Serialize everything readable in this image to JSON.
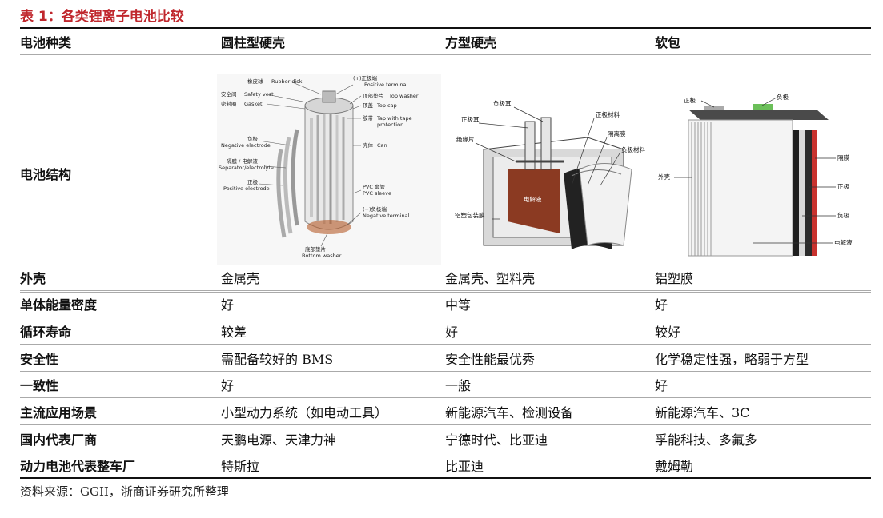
{
  "caption": "表 1：各类锂离子电池比较",
  "headers": [
    "电池种类",
    "圆柱型硬壳",
    "方型硬壳",
    "软包"
  ],
  "structure_row_label": "电池结构",
  "cylindrical_diagram": {
    "labels": {
      "rubber_cn": "橡皮球",
      "rubber_en": "Rubber disk",
      "pos_term_cn": "(+)正极端",
      "pos_term_en": "Positive terminal",
      "safety_cn": "安全阀",
      "safety_en": "Safety vest",
      "top_washer_cn": "顶部垫片",
      "top_washer_en": "Top washer",
      "gasket_cn": "密封圈",
      "gasket_en": "Gasket",
      "top_cap_cn": "顶盖",
      "top_cap_en": "Top cap",
      "tape_cn": "胶带",
      "tape_en1": "Tap with tape",
      "tape_en2": "protection",
      "neg_cn": "负极",
      "neg_en": "Negative electrode",
      "can_cn": "壳体",
      "can_en": "Can",
      "sep_cn": "隔膜 / 电解液",
      "sep_en": "Separator/electrolyte",
      "pos_cn": "正极",
      "pos_en": "Positive electrode",
      "pvc_cn": "PVC 套管",
      "pvc_en": "PVC sleeve",
      "neg_term_cn": "(−)负极端",
      "neg_term_en": "Negative terminal",
      "bottom_cn": "底部垫片",
      "bottom_en": "Bottom washer"
    }
  },
  "prismatic_diagram": {
    "labels": {
      "neg_tab": "负极耳",
      "pos_tab": "正极耳",
      "insulator": "绝缘片",
      "pos_material": "正极材料",
      "separator": "隔离膜",
      "neg_material": "负极材料",
      "electrolyte": "电解液",
      "al_film": "铝塑包装膜"
    }
  },
  "pouch_diagram": {
    "labels": {
      "pos": "正极",
      "neg": "负极",
      "separator": "隔膜",
      "shell": "外壳",
      "pos2": "正极",
      "neg2": "负极",
      "electrolyte": "电解液"
    }
  },
  "rows": [
    {
      "label": "外壳",
      "values": [
        "金属壳",
        "金属壳、塑料壳",
        "铝塑膜"
      ]
    },
    {
      "label": "单体能量密度",
      "values": [
        "好",
        "中等",
        "好"
      ]
    },
    {
      "label": "循环寿命",
      "values": [
        "较差",
        "好",
        "较好"
      ]
    },
    {
      "label": "安全性",
      "values": [
        "需配备较好的 BMS",
        "安全性能最优秀",
        "化学稳定性强，略弱于方型"
      ]
    },
    {
      "label": "一致性",
      "values": [
        "好",
        "一般",
        "好"
      ]
    },
    {
      "label": "主流应用场景",
      "values": [
        "小型动力系统（如电动工具）",
        "新能源汽车、检测设备",
        "新能源汽车、3C"
      ]
    },
    {
      "label": "国内代表厂商",
      "values": [
        "天鹏电源、天津力神",
        "宁德时代、比亚迪",
        "孚能科技、多氟多"
      ]
    },
    {
      "label": "动力电池代表整车厂",
      "values": [
        "特斯拉",
        "比亚迪",
        "戴姆勒"
      ]
    }
  ],
  "source": "资料来源：GGII，浙商证券研究所整理"
}
